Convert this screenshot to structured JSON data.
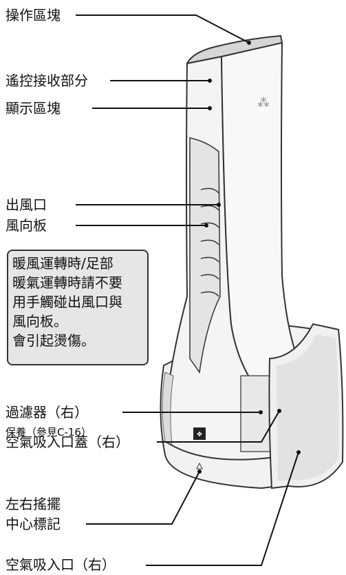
{
  "labels": {
    "operation": "操作區塊",
    "remote": "遙控接收部分",
    "display": "顯示區塊",
    "outlet": "出風口",
    "louver": "風向板",
    "filter": "過濾器（右）",
    "filter_note": "保養（參見C-16）",
    "intake_cover": "空氣吸入口蓋（右）",
    "swing_center_1": "左右搖擺",
    "swing_center_2": "中心標記",
    "intake": "空氣吸入口（右）"
  },
  "warning": {
    "lines": [
      "暖風運轉時/足部",
      "暖氣運轉時請不要",
      "用手觸碰出風口與",
      "風向板。",
      "會引起燙傷。"
    ]
  },
  "colors": {
    "body": "#f4f4f4",
    "outline": "#333333",
    "shade": "#d0d0d0",
    "warn_bg": "#e6e6e6"
  }
}
